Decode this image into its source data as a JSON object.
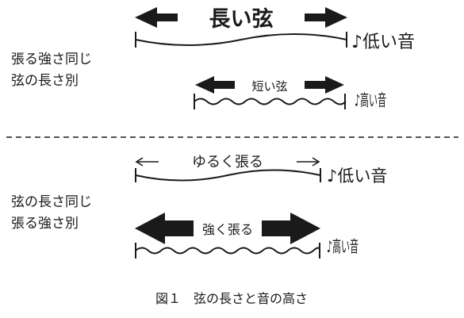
{
  "section_top": {
    "condition_line1": "張る強さ同じ",
    "condition_line2": "弦の長さ別",
    "long_string_label": "長い弦",
    "long_string_sound": "♪低い音",
    "short_string_label": "短い弦",
    "short_string_sound": "♪高い音"
  },
  "section_bottom": {
    "condition_line1": "弦の長さ同じ",
    "condition_line2": "張る強さ別",
    "loose_label": "ゆるく張る",
    "loose_sound": "♪低い音",
    "tight_label": "強く張る",
    "tight_sound": "♪高い音"
  },
  "caption": "図１　弦の長さと音の高さ"
}
